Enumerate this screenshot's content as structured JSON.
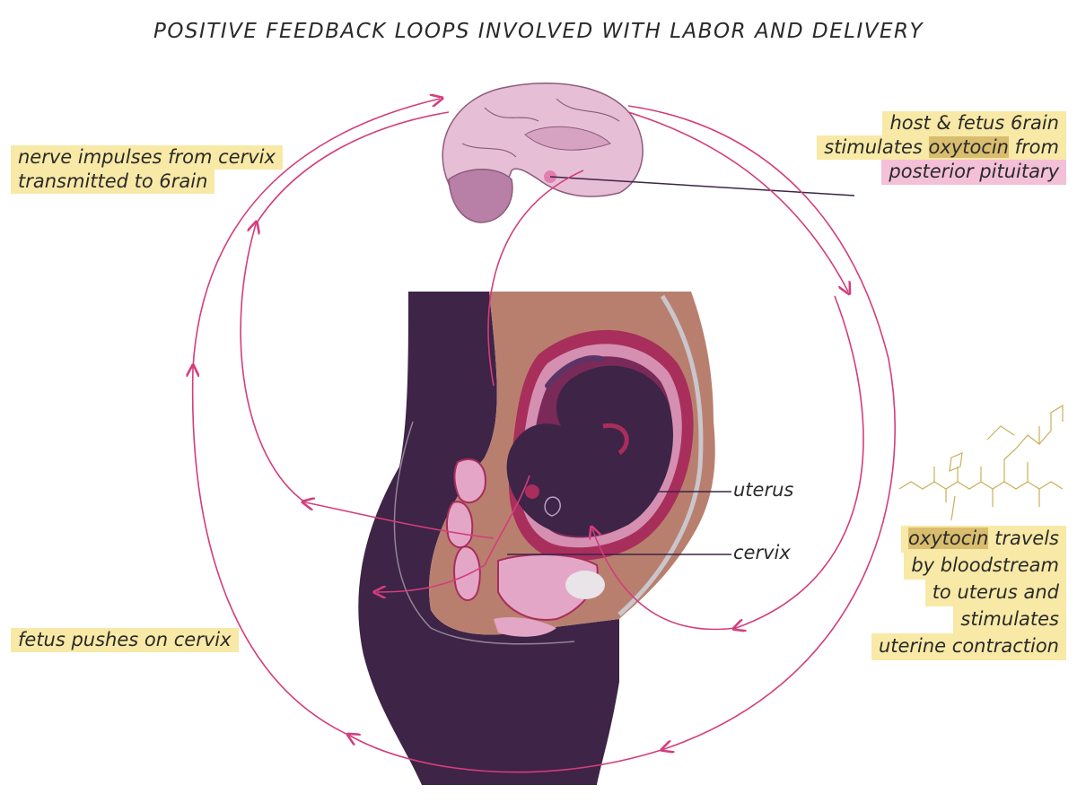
{
  "title": "POSITIVE FEEDBACK LOOPS INVOLVED WITH LABOR AND DELIVERY",
  "labels": {
    "nerve_line1": "nerve impulses from cervix",
    "nerve_line2": "transmitted to 6rain",
    "brain_line1": "host & fetus 6rain",
    "brain_line2_pre": "stimulates ",
    "brain_line2_hl": "oxytocin",
    "brain_line2_post": " from",
    "brain_line3": "posterior pituitary",
    "fetus_push": "fetus pushes on cervix",
    "oxy_line1_hl": "oxytocin",
    "oxy_line1_post": " travels",
    "oxy_line2": "by bloodstream",
    "oxy_line3": "to uterus and",
    "oxy_line4": "stimulates",
    "oxy_line5": "uterine contraction",
    "uterus": "uterus",
    "cervix": "cervix"
  },
  "colors": {
    "arrow": "#d43d7c",
    "body": "#3e2447",
    "skin": "#b97f6e",
    "uterus_wall": "#a82e5c",
    "fetus": "#3e2447",
    "brain": "#e6bfd6",
    "brain_dark": "#b880a7",
    "highlight": "#f8e9a6",
    "pink_highlight": "#f3c0d7"
  }
}
